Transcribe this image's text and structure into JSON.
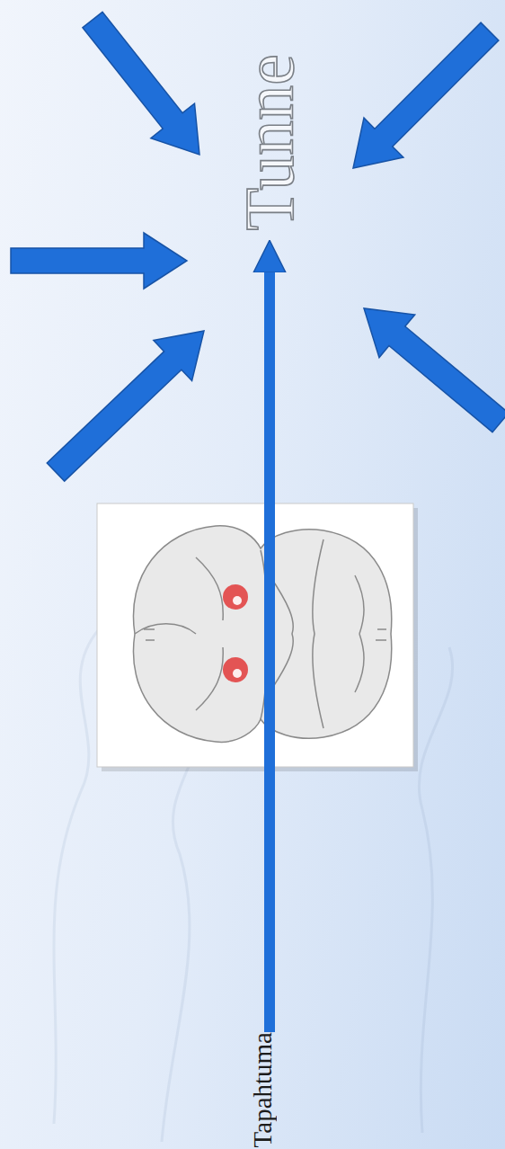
{
  "diagram": {
    "nodes": [
      {
        "text": [
          "Tunne"
        ]
      },
      {
        "text": [
          "Tapahtuma"
        ]
      }
    ],
    "edges": [
      {
        "from": 1,
        "to": 0,
        "arrow": "to"
      }
    ]
  }
}
